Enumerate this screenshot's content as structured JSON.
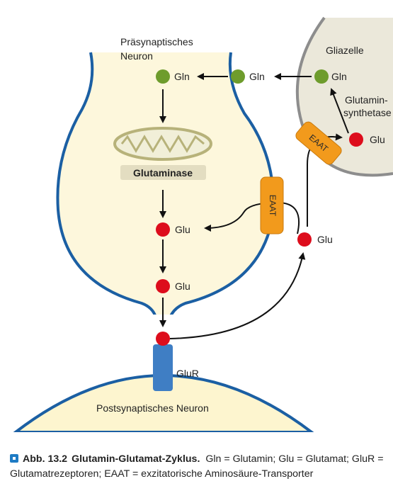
{
  "labels": {
    "presynaptic": [
      "Präsynaptisches",
      "Neuron"
    ],
    "glia": "Gliazelle",
    "synthetase": [
      "Glutamin-",
      "synthetase"
    ],
    "glutaminase": "Glutaminase",
    "postsynaptic": "Postsynaptisches Neuron",
    "glur": "GluR",
    "eaat": "EAAT",
    "gln": "Gln",
    "glu": "Glu"
  },
  "colors": {
    "membrane": "#1b5fa3",
    "neuron_fill": "#fdf7dc",
    "post_fill": "#fdf5cf",
    "glia_fill": "#ebe8da",
    "glia_membrane": "#8d8d8d",
    "gln_dot": "#6e9c2c",
    "glu_dot": "#dd0d1c",
    "transporter": "#f29a1c",
    "receptor": "#3f7ec4",
    "mito": "#b7b27a"
  },
  "caption": {
    "figure_label": "Abb. 13.2",
    "title": "Glutamin-Glutamat-Zyklus.",
    "text": "Gln = Glutamin; Glu = Glutamat; GluR = Glutamatrezeptoren; EAAT = exzitatorische Aminosäure-Transporter"
  }
}
